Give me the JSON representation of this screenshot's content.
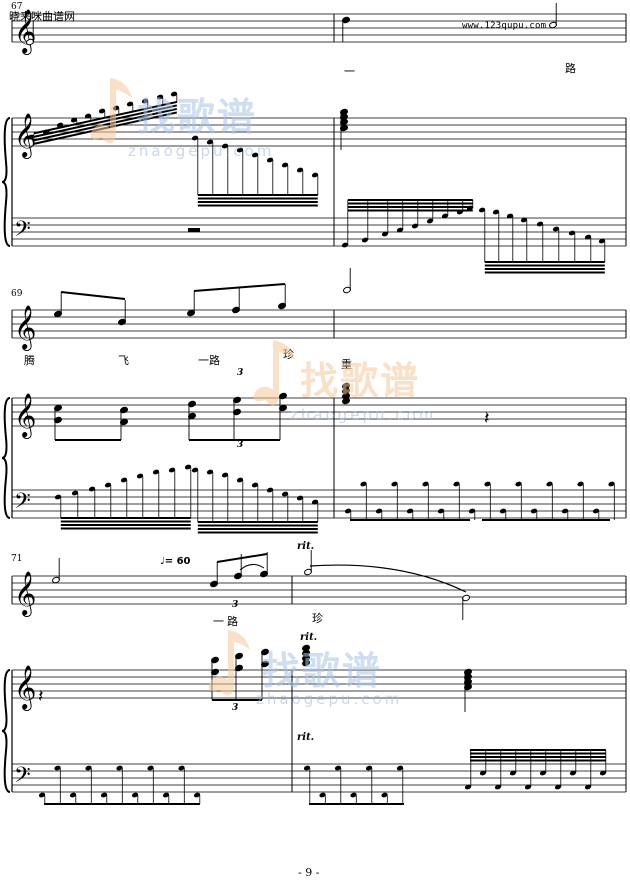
{
  "header": {
    "site_left": "晓来咪曲谱网",
    "site_right": "www.123qupu.com"
  },
  "measure_numbers": [
    "67",
    "69",
    "71"
  ],
  "lyrics": {
    "system1": [
      "一",
      "路"
    ],
    "system2": [
      "腾",
      "飞",
      "一路",
      "珍",
      "重"
    ],
    "system3": [
      "一",
      "路",
      "珍"
    ]
  },
  "directions": {
    "tempo_value": "= 60",
    "rit": "rit."
  },
  "triplet_label": "3",
  "watermark": {
    "text_cn": "找歌谱",
    "text_en": "zhaogepu.com"
  },
  "footer": {
    "page_number": "- 9 -"
  },
  "colors": {
    "watermark_orange": "#f6c79a",
    "watermark_blue": "#a9c6e6",
    "ink": "#000000"
  }
}
